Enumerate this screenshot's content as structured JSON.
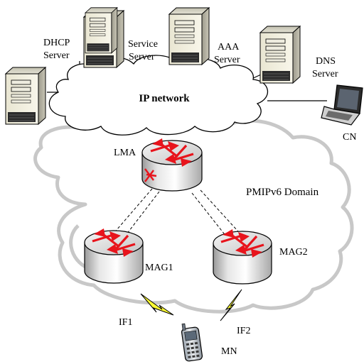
{
  "labels": {
    "ip_network": "IP network",
    "pmipv6_domain": "PMIPv6 Domain",
    "dhcp_line1": "DHCP",
    "dhcp_line2": "Server",
    "service_line1": "Service",
    "service_line2": "Server",
    "aaa_line1": "AAA",
    "aaa_line2": "Server",
    "dns_line1": "DNS",
    "dns_line2": "Server",
    "cn": "CN",
    "lma": "LMA",
    "mag1": "MAG1",
    "mag2": "MAG2",
    "if1": "IF1",
    "if2": "IF2",
    "mn": "MN"
  },
  "colors": {
    "arrow_red": "#e8141c",
    "lightning_yellow": "#ffff33",
    "server_beige": "#f1eedc",
    "line": "#000000"
  }
}
